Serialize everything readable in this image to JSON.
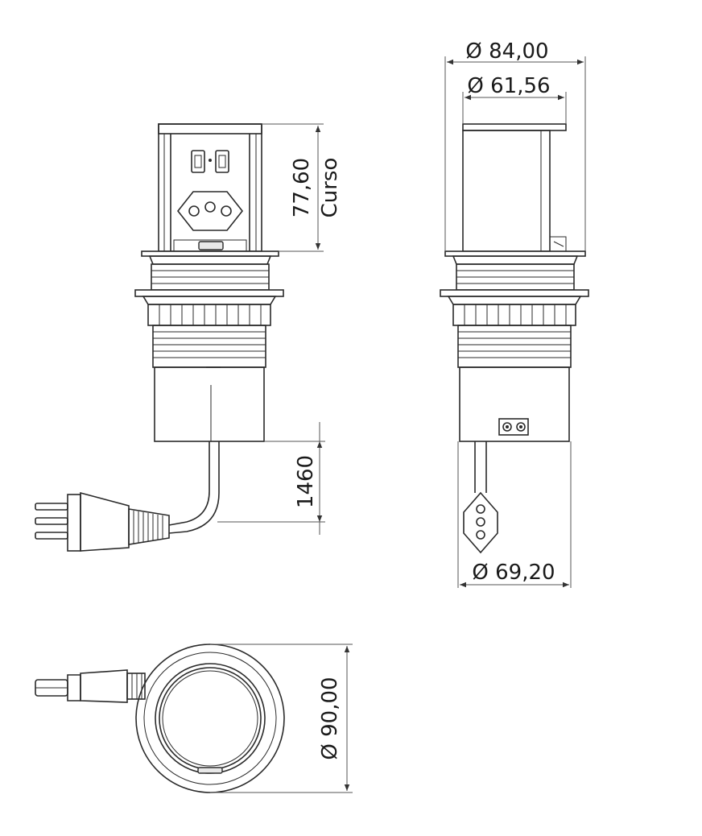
{
  "dimensions": {
    "top_outer_diameter": "Ø 84,00",
    "top_inner_diameter": "Ø 61,56",
    "stroke_height": "77,60",
    "stroke_label": "Curso",
    "cable_length": "1460",
    "body_diameter": "Ø 69,20",
    "flange_diameter": "Ø 90,00"
  },
  "colors": {
    "line": "#2a2a2a",
    "background": "#ffffff"
  }
}
